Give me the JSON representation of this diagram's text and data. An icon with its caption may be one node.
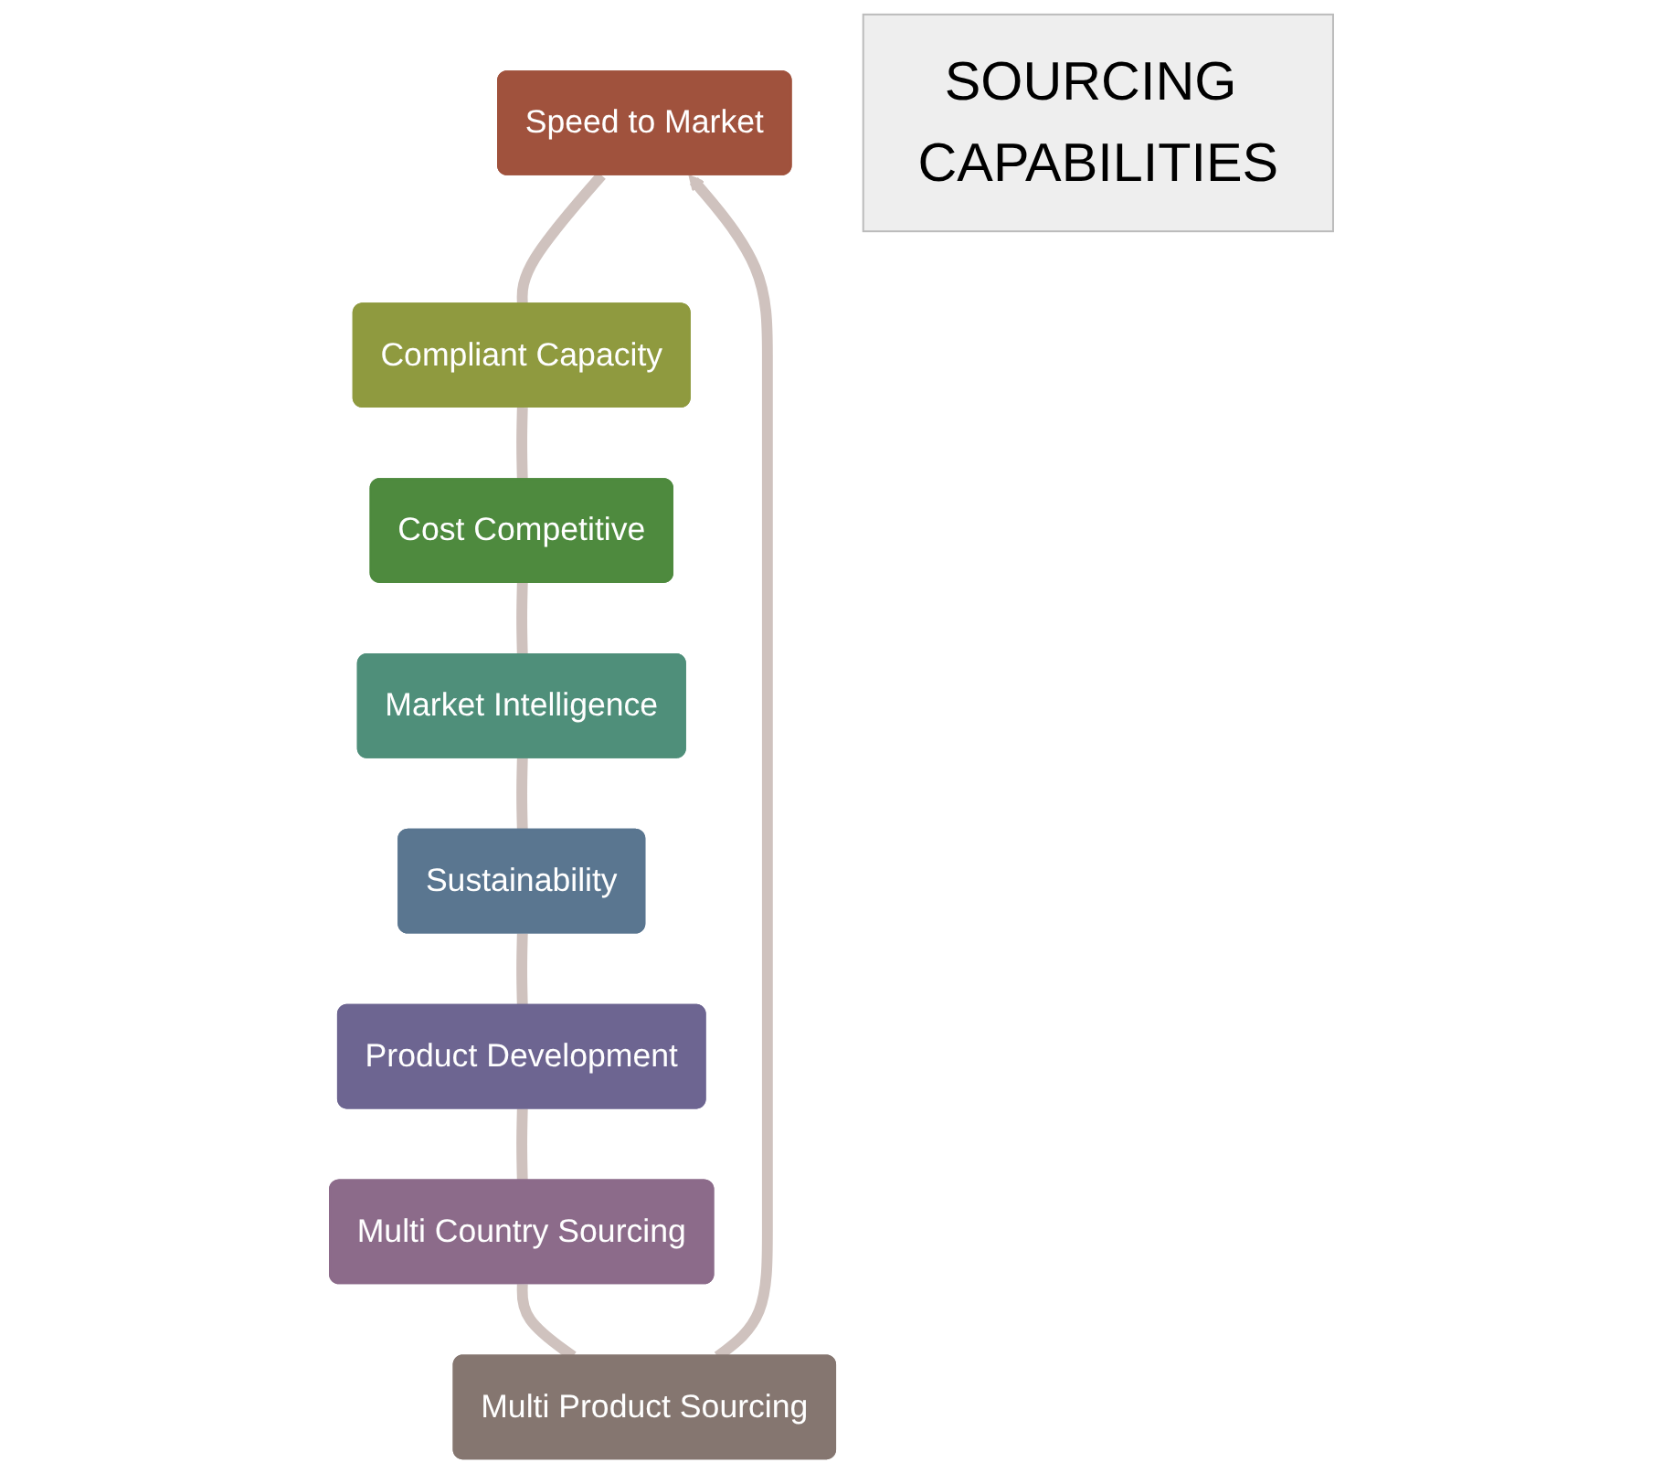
{
  "diagram": {
    "nodes": [
      {
        "text": [
          "Speed to Market"
        ]
      },
      {
        "text": [
          "Compliant Capacity"
        ]
      },
      {
        "text": [
          "Cost Competitive"
        ]
      },
      {
        "text": [
          "Market Intelligence"
        ]
      },
      {
        "text": [
          "Sustainability"
        ]
      },
      {
        "text": [
          "Product Development"
        ]
      },
      {
        "text": [
          "Multi Country Sourcing"
        ]
      },
      {
        "text": [
          "Multi Product Sourcing"
        ]
      },
      {
        "text": [
          "SOURCING CAPABILITIES"
        ]
      }
    ],
    "edges": [
      {
        "from": 0,
        "to": 1,
        "arrow": "none"
      },
      {
        "from": 1,
        "to": 2,
        "arrow": "none"
      },
      {
        "from": 2,
        "to": 3,
        "arrow": "none"
      },
      {
        "from": 3,
        "to": 4,
        "arrow": "none"
      },
      {
        "from": 4,
        "to": 5,
        "arrow": "none"
      },
      {
        "from": 5,
        "to": 6,
        "arrow": "none"
      },
      {
        "from": 6,
        "to": 7,
        "arrow": "none"
      },
      {
        "from": 7,
        "to": 0,
        "arrow": "to"
      }
    ]
  }
}
